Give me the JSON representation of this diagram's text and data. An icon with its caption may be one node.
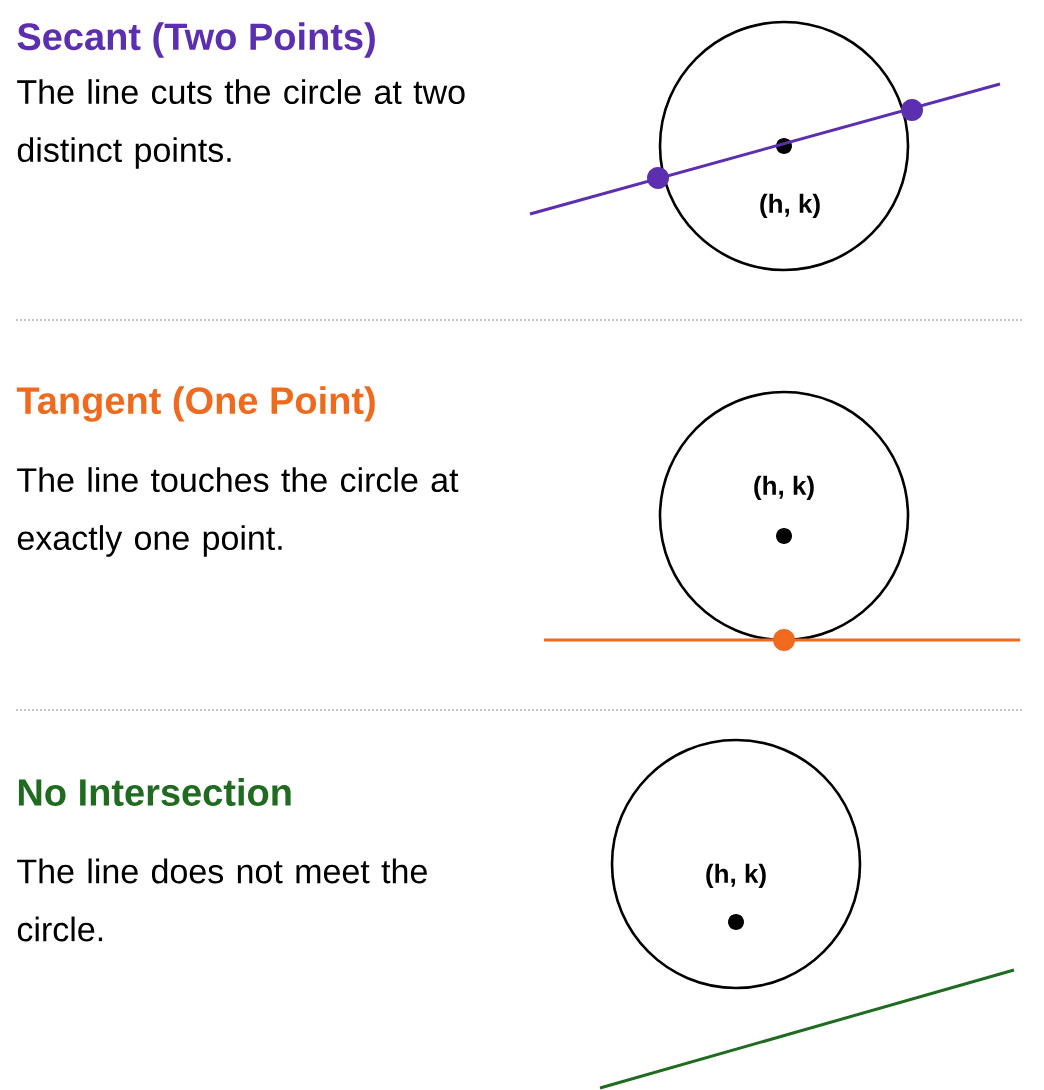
{
  "diagram": {
    "nodes": [
      {
        "text": [
          "(h, k)"
        ]
      },
      {
        "text": [
          "(h, k)"
        ]
      },
      {
        "text": [
          "(h, k)"
        ]
      }
    ],
    "labels": [
      "Secant (Two Points)",
      "The line cuts the circle at two distinct points.",
      "Tangent (One Point)",
      "The line touches the circle at exactly one point.",
      "No Intersection",
      "The line does not meet the circle."
    ]
  }
}
